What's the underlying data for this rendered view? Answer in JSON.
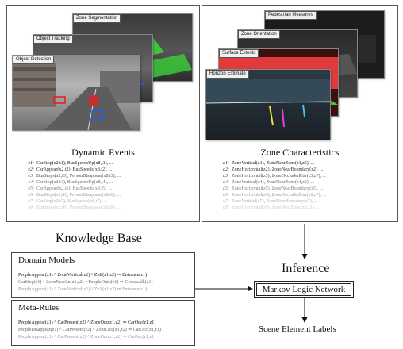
{
  "dynamic": {
    "title": "Dynamic Events",
    "frames": [
      "Zone Segmentation",
      "Object Tracking",
      "Object Detection"
    ],
    "events": [
      {
        "id": "e1:",
        "text": "CarStop(x2,t1), BusSpeedsUp(x8,t1), ..."
      },
      {
        "id": "e2:",
        "text": "CarAppear(x2,t2), BusSpeeds(x8,t2), ..."
      },
      {
        "id": "e3:",
        "text": "BusStops(x2,t3), PersonDisappear(x8,t3), ..."
      },
      {
        "id": "e4:",
        "text": "CarStop(x2,t4), BusSpeedsUp(x8,t4), ..."
      },
      {
        "id": "e5:",
        "text": "CarAppear(x2,t5), BusSpeeds(x8,t5), ..."
      },
      {
        "id": "e6:",
        "text": "BusStops(x2,t6), PersonDisappear(x8,t6), ..."
      },
      {
        "id": "e7:",
        "text": "CarStop(x2,t7), BusSpeeds(x8,t7), ..."
      },
      {
        "id": "e8:",
        "text": "BusStops(x2,t8), PersonDisappear(x8,t8), ..."
      }
    ]
  },
  "zone": {
    "title": "Zone Characteristics",
    "frames": [
      "Pedestrian Measures",
      "Zone Orientation",
      "Surface Extents",
      "Horizon Estimate"
    ],
    "events": [
      {
        "id": "a1:",
        "text": "ZoneVertical(z1), ZoneNearZone(z1,z5), ..."
      },
      {
        "id": "a2:",
        "text": "ZoneHorizontal(z2), ZoneNearBoundary(z2), ..."
      },
      {
        "id": "a3:",
        "text": "ZoneHorizontal(z3), ZoneOccludedCar(z3,z7), ..."
      },
      {
        "id": "a4:",
        "text": "ZoneVertical(z4), ZoneNearZone(z4,z5), ..."
      },
      {
        "id": "a5:",
        "text": "ZoneHorizontal(z5), ZoneNearBoundary(z5), ..."
      },
      {
        "id": "a6:",
        "text": "ZoneHorizontal(z6), ZoneOccludedCar(z6,z7), ..."
      },
      {
        "id": "a7:",
        "text": "ZoneVertical(z7), ZoneNearBoundary(z7), ..."
      },
      {
        "id": "a8:",
        "text": "ZoneHorizontal(z8), ZoneNearZone(z8,z1), ..."
      }
    ]
  },
  "kb": {
    "title": "Knowledge Base",
    "domain_models": {
      "title": "Domain Models",
      "rules": [
        "PeopleAppear(z1) ^ ZoneVertical(z2) ^ ZnZ(z1,z2) ⇒ Entrance(z1)",
        "CarStop(z1) ^ ZoneNearZn(z1,z2) ^ PeopleOnto(z1) ⇒ Crosswalk(z1)",
        "PeopleAppear(z1) ^ ZoneVertical(z2) ^ ZnZ(z1,z2) ⇒ Entrance(z1)"
      ]
    },
    "meta_rules": {
      "title": "Meta-Rules",
      "rules": [
        "PeopleAppear(z1) ^ CarPresent(z2) ^ ZoneOcc(z1,z2) ⇒ CarOcc(z1,z1)",
        "PeopleDisappear(z1) ^ CarPresent(z2) ^ ZoneOcc(z1,z2) ⇒ CarOcc(z1,z1)",
        "PeopleAppear(z1) ^ CarPresent(z2) ^ ZoneOcc(z1,z2) ⇒ CarOcc(z1,z1)"
      ]
    }
  },
  "inference": {
    "title": "Inference",
    "network": "Markov Logic Network",
    "output": "Scene Element Labels"
  }
}
